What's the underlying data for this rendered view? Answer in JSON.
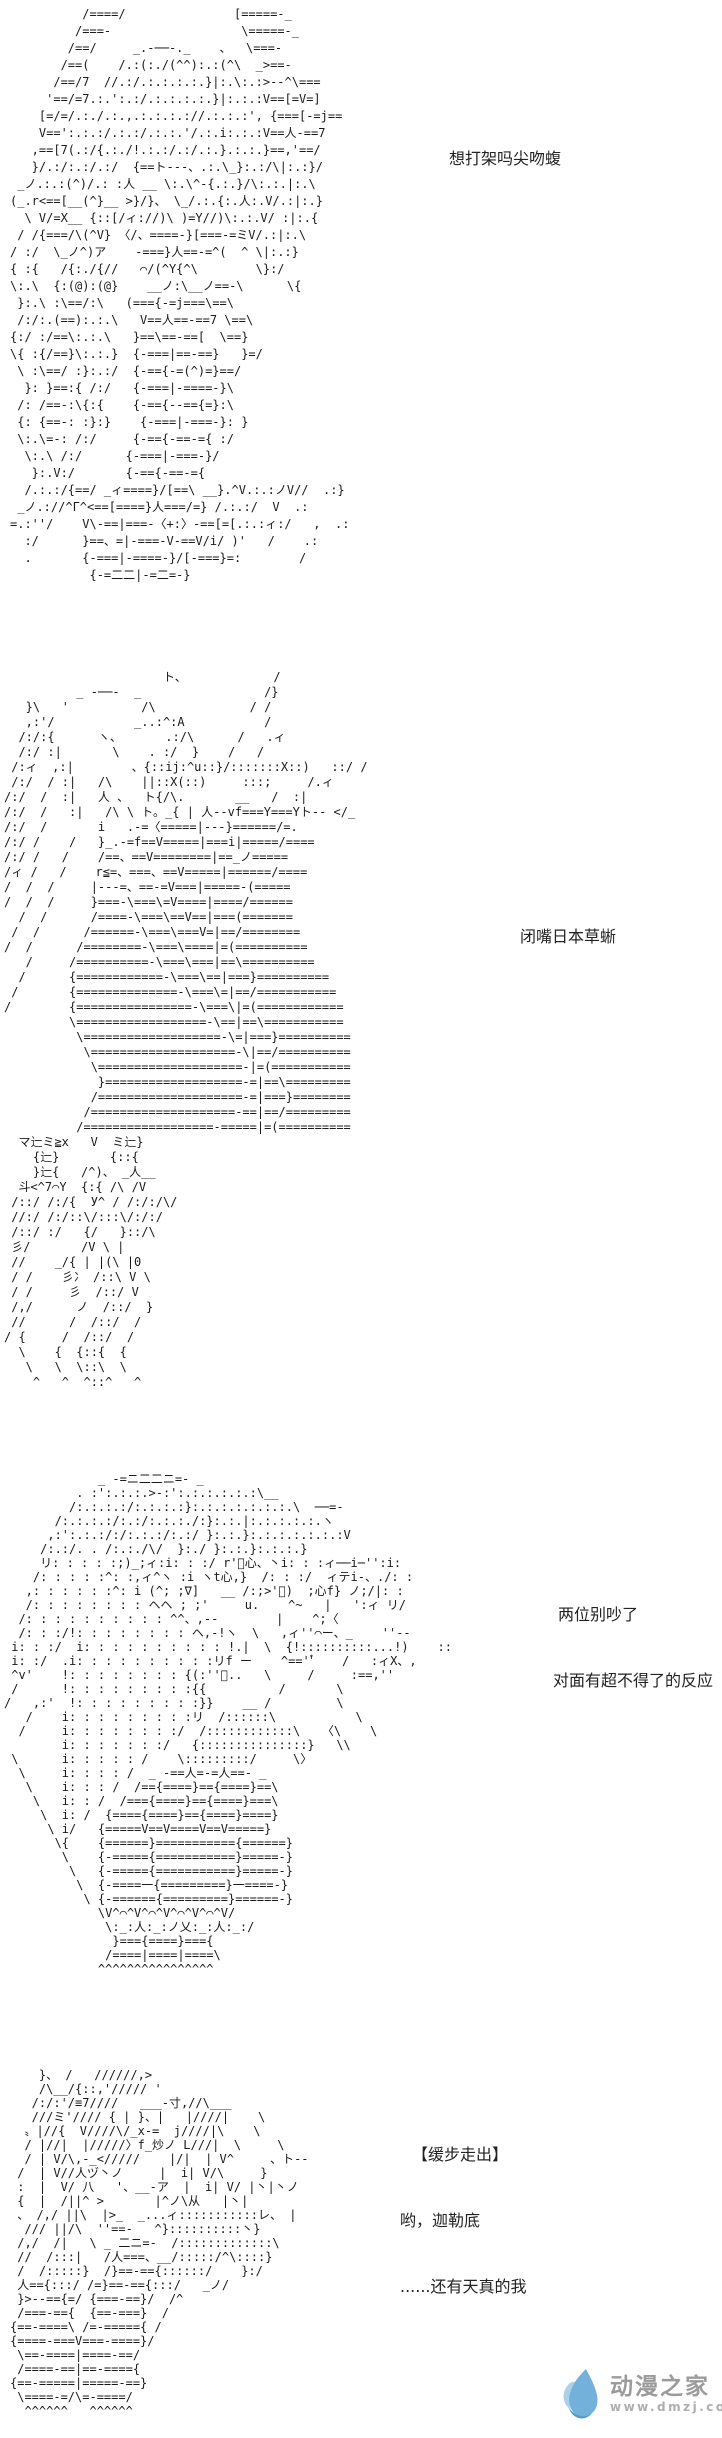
{
  "page": {
    "background": "#ffffff",
    "ascii_color": "#1a1a1a",
    "caption_color": "#222222"
  },
  "panels": [
    {
      "name": "panel-1",
      "ascii": [
        "          /====/               [=====-_",
        "         /===-                  \\=====-_",
        "        /==/     _.-──-._    、  \\===-",
        "       /==(    /.:(:./(^^):.:(^\\  _>==-",
        "      /==/7  //.:/.:.:.:.:.}|:.\\:.:>--^\\===",
        "     '==/=7.:.':.:/.:.:.:.:.}|:.:.:V==[=V=]",
        "    [=/=/.:./.:.,.:.:.:.://.:.:.:', {===[-=j==",
        "    V==':.:.:/.:.:/.:.:.'/.:.i:.:.:V==人-==7",
        "   ,==[7(.:/{.:./!.:.:/.:/.:.}.:.:.}==,'==/",
        "   }/.:/:.:/.:/  {==ト---、.:.\\_}:.:/\\|:.:}/",
        " _ノ.:.:(^)/.: :人 __ \\:.\\^-{.:.}/\\:.:.|:.\\",
        "(_.r<==[__(^}__ >}/}、 \\_/.:.{:.人:.V/.:|:.}",
        "  \\ V/=X__ {::[/ィ://)\\ )=Y//)\\:.:.V/ :|:.{",
        " / /{===/\\(^V} 〈/、====-}[===-=ミV/.:|:.\\",
        "/ :/  \\_ノ^)ア    -===}人==-=^(  ^ \\|:.:}",
        "{ :{   /{:./{//   ⌒/(^Y{^\\        \\}:/",
        "\\:.\\  {:(@):(@}    __ノ:\\__ノ==-\\      \\{",
        " }:.\\ :\\==/:\\   (==={-=j===\\==\\",
        " /:/:.(==):.:.\\   V==人==-==7 \\==\\",
        "{:/ :/==\\:.:.\\   }==\\==-==[  \\==}",
        "\\{ :{/==}\\:.:.}  {-===|==-==}   }=/",
        " \\ :\\==/ :}:.:/  {-=={-=(^)=}==/",
        "  }: }==:{ /:/   {-===|-====-}\\",
        " /: /==-:\\{:{    {-=={--=={=}:\\",
        " {: {==-: :}:}    {-===|-===-}: }",
        " \\:.\\=-: /:/     {-=={-==-={ :/",
        "  \\:.\\ /:/      {-===|-===-}/",
        "   }:.V:/       {-=={-==-={",
        "  /.:.:/{==/ _ィ====}/[==\\ __}.^V.:.:ノV//  .:}",
        " _ノ.://^Γ^<==[====}人===/=} /.:.:/  V  .:",
        "=.:''/    V\\-==|===-〈+:〉-==[=[.:.:ィ:/   ,  .:",
        "  :/      }==、=|-===-V-==V/i/ )'   /    .:",
        "  .       {-===|-====-}/[-===}=:        /",
        "           {-=二二|-=二=-}"
      ]
    },
    {
      "name": "panel-2",
      "ascii": [
        "                      ト、            /",
        "          _ -──-  _                 /}",
        "   }\\   '          /\\             / /",
        "   ,:'/           _..:^:A           /",
        "  /:/:{      ヽ、      .:/\\      /   .ィ",
        "  /:/ :|       \\    . :/  }    /   /",
        " /:ィ  ,:|        、{::ij:^u::}/:::::::X::)   ::/ /",
        " /:/  / :|   /\\    ||::X(::)     :::;     /.ィ",
        "/:/  /  :|   人 、  ト{/\\.       __   /  :|",
        "/:/  /   :|   /\\ \\ ト。_{ | 人--vf===Y===Yト-- </_",
        "/:/  /       i   .-=〈=====|---}======/=.",
        "/:/ /    /   }_.-=f==V=====|===i|=====/====",
        "/:/ /   /    /==、==V========|==_ノ=====",
        "/ィ /   /    r≦=、===、==V=====|======/====",
        "/  /  /     |---=、==-=V===|=====-(=====",
        "/  /  /     }===-\\===\\=V====|====/======",
        "  /  /      /====-\\===\\==V==|===(=======",
        " /  /      /======-\\===\\===V=|==/========",
        "/  /      /========-\\===\\====|=(==========",
        "   /     /==========-\\===\\===|==\\==========",
        "  /      {============-\\===\\==|===}==========",
        " /       {==============-\\===\\=|==/===========",
        "/        {================-\\===\\|=(============",
        "         \\==================-\\==|==\\===========",
        "          \\===================-\\=|===}==========",
        "           \\====================-\\|==/==========",
        "            \\====================-|=(===========",
        "             }===================-=|==\\=========",
        "            /====================-=|===}========",
        "           /====================-==|==/=========",
        "          /==================-=====|=(==========",
        "  マ辷ミ≧x   V  ミ辷}",
        "    {辷}       {::{",
        "    }辷{   /^)、 _人__",
        "  斗<^7⌒Y  {:{ /\\ /V",
        " /::/ /:/{  У^ / /:/:/\\/",
        " //:/ /:/::\\/:::\\/:/:/",
        " /::/ :/   {/   }::/\\",
        " 彡/       /V \\ |",
        " //    _/{ | |(\\ |0",
        " / /    彡冫 /::\\ V \\",
        " / /     彡  /::/ V",
        " /,/      ノ  /::/  }",
        " //      /  /::/  /",
        "/ {     /  /::/  /",
        "  \\    {  {::{  {",
        "   \\   \\  \\::\\  \\",
        "    ^   ^  ^::^   ^"
      ]
    },
    {
      "name": "panel-3",
      "ascii": [
        "             _ -=ニ二二ニ=- _",
        "          . :':.:.:.>-:':.:.:.:.:.:\\__",
        "         /:.:.:.:/:.:.:.:}:.:.:.:.:.:.:.\\  ──=-",
        "       /:.:.:.:/:.:/:.:.:./:}:.:.|:.:.:.:.:.ヽ",
        "      ,:':.:.:/:/:.:.:/:.:/ }:.:.}:.:.:.:.:.:.:V",
        "     /:.:/. . /:.:./\\/  }:./ }:.:.}:.:.:.}",
        "     リ: : : : :;)_;ィ:i: : :/ r'゙心、丶i: : :ィ──i─'':i:",
        "    /: : : : :^: :,ィ^ヽ :i ヽt心,}  /: : :/  ィテi-、./: :",
        "   ,: : : : : :^: i (^; ;∇]   __ /:;>'゙)  ;心f} ノ;/|: :",
        "   /: : : : : : : : ヘヘ ; ;'     u.    ^~   |   ':ィ リ/",
        "  /: : : : : : : : : : ^^、,--        |    ^;〈",
        "  /: : :/!: : : : : : : : ヘ,-!ヽ  \\   ,ィ''⌒ー、_    ''--",
        " i: : :/  i: : : : : : : : : : !.|  \\  {!::::::::::...!)    ::",
        " i: :/  .i: : : : : : : : : :リf ー    ^==''゙    /   :ィX、,",
        " ^v'    !: : : : : : : : {(:''゙..   \\     /     :==,''",
        " /      !: : : : : : : : :{{          /       \\",
        "/   ,:'  !: : : : : : : : :}}    __ /         \\",
        "   /    i: : : : : : : : :リ  /::::::\\           \\",
        "  /     i: : : : : : : :/  /::::::::::::\\   〈\\    \\",
        "        i: : : : : : :/   {:::::::::::::::}   \\\\",
        " \\      i: : : : : /    \\:::::::::/     \\〉",
        "  \\     i: : : : /  _ -==人=-=人==- _",
        "   \\    i: : : /  /=={====}=={====}==\\",
        "    \\   i: : /  /==={====}=={====}===\\",
        "     \\  i: /  {===={====}=={====}====}",
        "      \\ i/   {=====V==V====V==V=====}",
        "       \\{    {======}==========={======}",
        "        \\    {-====={===========}=====-}",
        "         \\   {-====={===========}=====-}",
        "          \\  {-====一{=========}一====-}",
        "           \\ {-======{=========}======-}",
        "             \\V^⌒^V^⌒^V^⌒^V^⌒^V/",
        "              \\:_:人:_:ノ乂:_:人:_:/",
        "               }==={====}==={",
        "              /====|====|====\\",
        "             ^^^^^^^^^^^^^^^^"
      ]
    },
    {
      "name": "panel-4",
      "ascii": [
        "    }、 /   //////,>",
        "    /\\__/{::,'///// '",
        "   /:/:'/≡7////   ___-寸,//\\___",
        "   ///ミ'//// { | }、|   |////|    \\",
        "  〟|//{  V////\\/_x-=  j////|\\    \\",
        "  / |//|  |/////〉f_炒ノ L///|  \\     \\",
        "  / | V/\\,-_</////    |/|  | V^     、ト--",
        " /  | V//人ヅ丶ノ     |  i| V/\\     }",
        " :  |  V/ 八   '、__-ア  |  i| V/ |丶|丶ノ",
        " {  |  /||^ >       |^ノ\\从   |丶|",
        " 、 /,/ ||\\  |>_  _...ィ:::::::::::レ、 |",
        "  /// ||/\\  ''==-   ^}::::::::::丶}",
        " /,/  /|   \\ _ 二ニ=-  /:::::::::::::\\",
        " //  /:::|   /人===、__/:::::/^\\::::}",
        " /  /:::::}  /}==-=={::::::/    }:/",
        " 人=={:::/ /=}==-=={:::/   _ノ/",
        " }>--=={=/ {===-==}/  /^",
        " /===-=={  {==-===}  /",
        "{==-====\\ /=-====={ /",
        "{====-===V===-====}/",
        " \\==-====|====-==/",
        " /====-==|==-===={",
        "{==-=====|=====-==}",
        " \\====-=/\\=-====/",
        "  ^^^^^^   ^^^^^^"
      ]
    }
  ],
  "captions": [
    {
      "lines": [
        "想打架吗尖吻蝮"
      ]
    },
    {
      "lines": [
        "闭嘴日本草蜥"
      ]
    },
    {
      "lines": [
        "两位别吵了",
        "对面有超不得了的反应"
      ]
    },
    {
      "lines": [
        "【缓步走出】",
        "哟，迦勒底",
        "......还有天真的我"
      ]
    }
  ],
  "watermark": {
    "site_name": "动漫之家",
    "site_url": "www.dmzj.com",
    "icon": "dmzj-flame-icon",
    "colors": {
      "icon_main": "#74b1da",
      "icon_light": "#a9d2ea",
      "icon_dark": "#5b9bc8",
      "name_text": "#9b9b9b",
      "url_text": "#aeaeae"
    }
  }
}
